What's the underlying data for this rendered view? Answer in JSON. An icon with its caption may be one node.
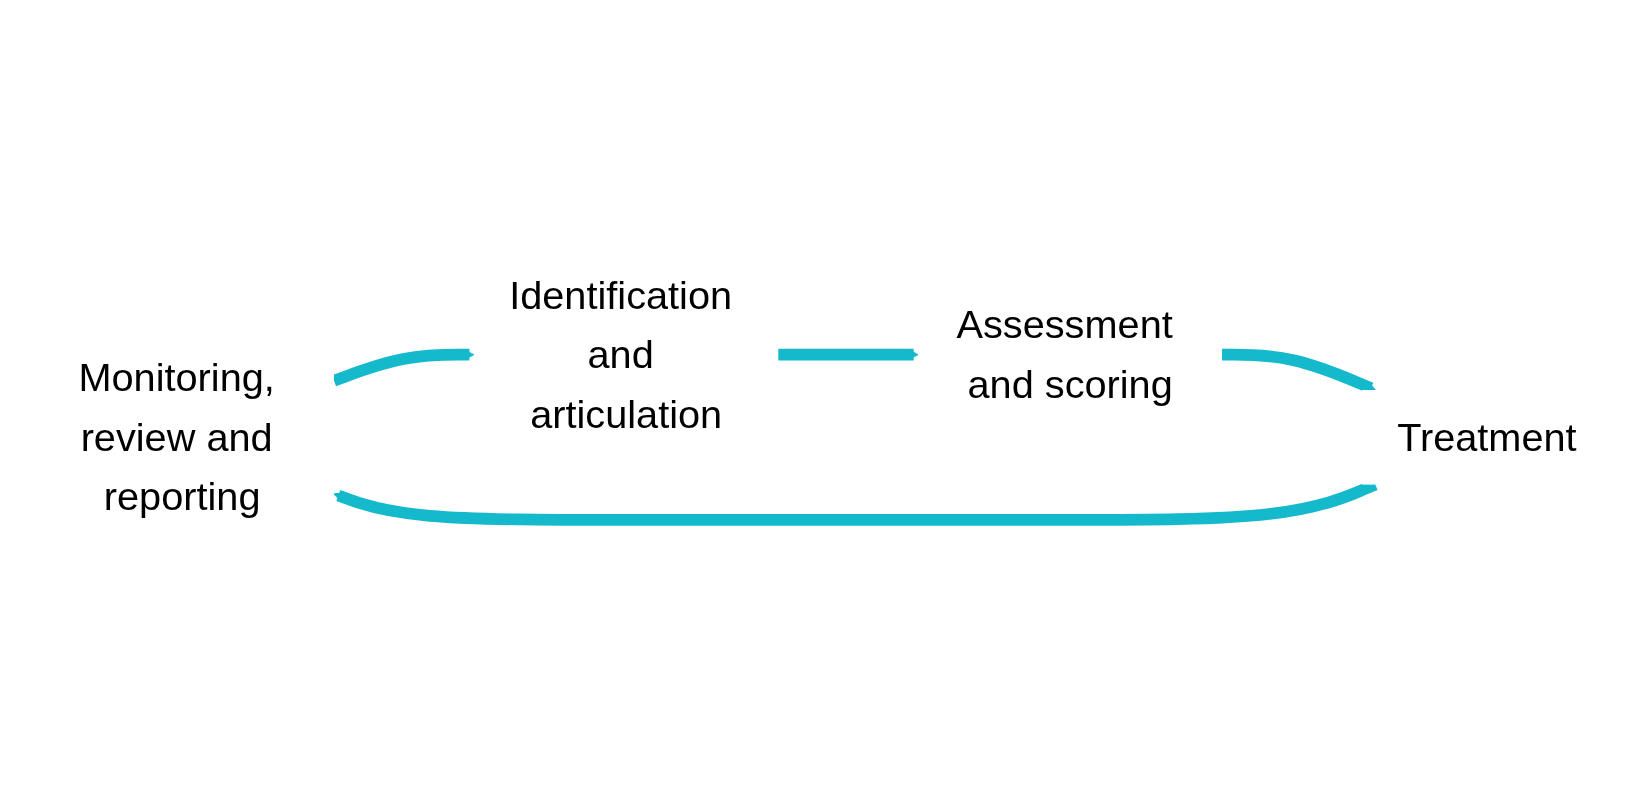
{
  "diagram": {
    "nodes": [
      {
        "text": [
          "Monitoring, review and reporting"
        ]
      },
      {
        "text": [
          "Identification and articulation"
        ]
      },
      {
        "text": [
          "Treatment"
        ]
      },
      {
        "text": [
          "Assessment and scoring"
        ]
      }
    ],
    "edges": [
      {
        "from": 0,
        "to": 1,
        "arrow": "to"
      },
      {
        "from": 1,
        "to": 3,
        "arrow": "to"
      },
      {
        "from": 3,
        "to": 2,
        "arrow": "to"
      },
      {
        "from": 2,
        "to": 0,
        "arrow": "to"
      }
    ]
  }
}
